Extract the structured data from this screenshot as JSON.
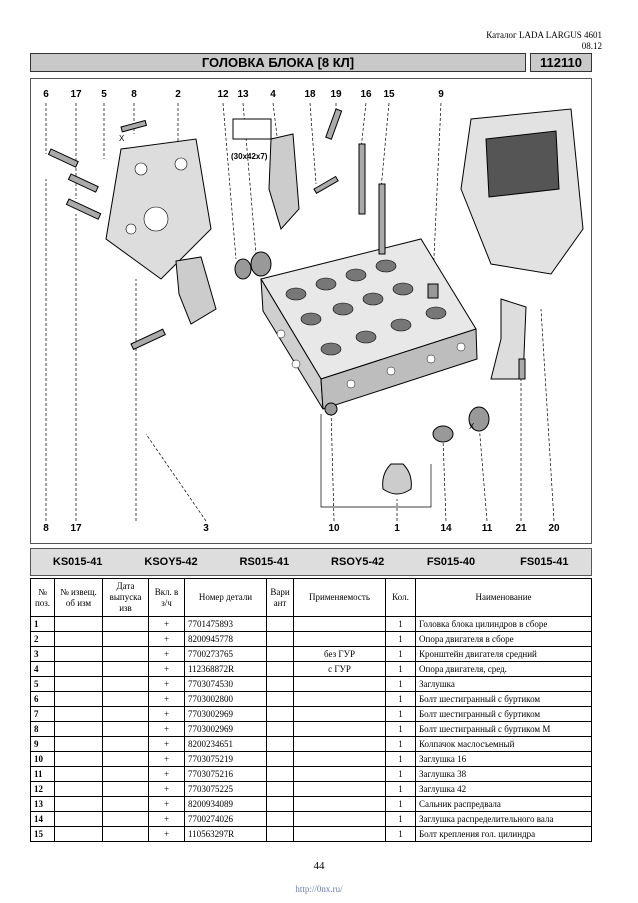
{
  "header": {
    "catalog": "Каталог LADA LARGUS 4601",
    "date": "08.12"
  },
  "title": "ГОЛОВКА БЛОКА [8 КЛ]",
  "code": "112110",
  "diagram": {
    "top_callouts": [
      "6",
      "17",
      "5",
      "8",
      "2",
      "12",
      "13",
      "4",
      "18",
      "19",
      "16",
      "15",
      "9"
    ],
    "bottom_callouts": [
      "8",
      "17",
      "3",
      "10",
      "1",
      "14",
      "11",
      "21",
      "20"
    ],
    "label_note": "(30x42x7)",
    "x_marks": [
      "X",
      "X"
    ]
  },
  "codes": [
    "KS015-41",
    "KSOY5-42",
    "RS015-41",
    "RSOY5-42",
    "FS015-40",
    "FS015-41"
  ],
  "table": {
    "headers": [
      "№ поз.",
      "№ извещ. об изм",
      "Дата выпуска изв",
      "Вкл. в з/ч",
      "Номер детали",
      "Вари ант",
      "Применяемость",
      "Кол.",
      "Наименование"
    ],
    "rows": [
      {
        "pos": "1",
        "notice": "",
        "date": "",
        "incl": "+",
        "part": "7701475893",
        "var": "",
        "applic": "",
        "qty": "1",
        "name": "Головка блока цилиндров в сборе"
      },
      {
        "pos": "2",
        "notice": "",
        "date": "",
        "incl": "+",
        "part": "8200945778",
        "var": "",
        "applic": "",
        "qty": "1",
        "name": "Опора двигателя в сборе"
      },
      {
        "pos": "3",
        "notice": "",
        "date": "",
        "incl": "+",
        "part": "7700273765",
        "var": "",
        "applic": "без ГУР",
        "qty": "1",
        "name": "Кронштейн двигателя средний"
      },
      {
        "pos": "4",
        "notice": "",
        "date": "",
        "incl": "+",
        "part": "112368872R",
        "var": "",
        "applic": "с ГУР",
        "qty": "1",
        "name": "Опора двигателя, сред."
      },
      {
        "pos": "5",
        "notice": "",
        "date": "",
        "incl": "+",
        "part": "7703074530",
        "var": "",
        "applic": "",
        "qty": "1",
        "name": "Заглушка"
      },
      {
        "pos": "6",
        "notice": "",
        "date": "",
        "incl": "+",
        "part": "7703002800",
        "var": "",
        "applic": "",
        "qty": "1",
        "name": "Болт шестигранный с буртиком"
      },
      {
        "pos": "7",
        "notice": "",
        "date": "",
        "incl": "+",
        "part": "7703002969",
        "var": "",
        "applic": "",
        "qty": "1",
        "name": "Болт шестигранный с буртиком"
      },
      {
        "pos": "8",
        "notice": "",
        "date": "",
        "incl": "+",
        "part": "7703002969",
        "var": "",
        "applic": "",
        "qty": "1",
        "name": "Болт шестигранный с буртиком М"
      },
      {
        "pos": "9",
        "notice": "",
        "date": "",
        "incl": "+",
        "part": "8200234651",
        "var": "",
        "applic": "",
        "qty": "1",
        "name": "Колпачок маслосъемный"
      },
      {
        "pos": "10",
        "notice": "",
        "date": "",
        "incl": "+",
        "part": "7703075219",
        "var": "",
        "applic": "",
        "qty": "1",
        "name": "Заглушка 16"
      },
      {
        "pos": "11",
        "notice": "",
        "date": "",
        "incl": "+",
        "part": "7703075216",
        "var": "",
        "applic": "",
        "qty": "1",
        "name": "Заглушка 38"
      },
      {
        "pos": "12",
        "notice": "",
        "date": "",
        "incl": "+",
        "part": "7703075225",
        "var": "",
        "applic": "",
        "qty": "1",
        "name": "Заглушка 42"
      },
      {
        "pos": "13",
        "notice": "",
        "date": "",
        "incl": "+",
        "part": "8200934089",
        "var": "",
        "applic": "",
        "qty": "1",
        "name": "Сальник распредвала"
      },
      {
        "pos": "14",
        "notice": "",
        "date": "",
        "incl": "+",
        "part": "7700274026",
        "var": "",
        "applic": "",
        "qty": "1",
        "name": "Заглушка распределительного вала"
      },
      {
        "pos": "15",
        "notice": "",
        "date": "",
        "incl": "+",
        "part": "110563297R",
        "var": "",
        "applic": "",
        "qty": "1",
        "name": "Болт крепления гол. цилиндра"
      }
    ]
  },
  "page_number": "44",
  "footer_url": "http://0nx.ru/"
}
